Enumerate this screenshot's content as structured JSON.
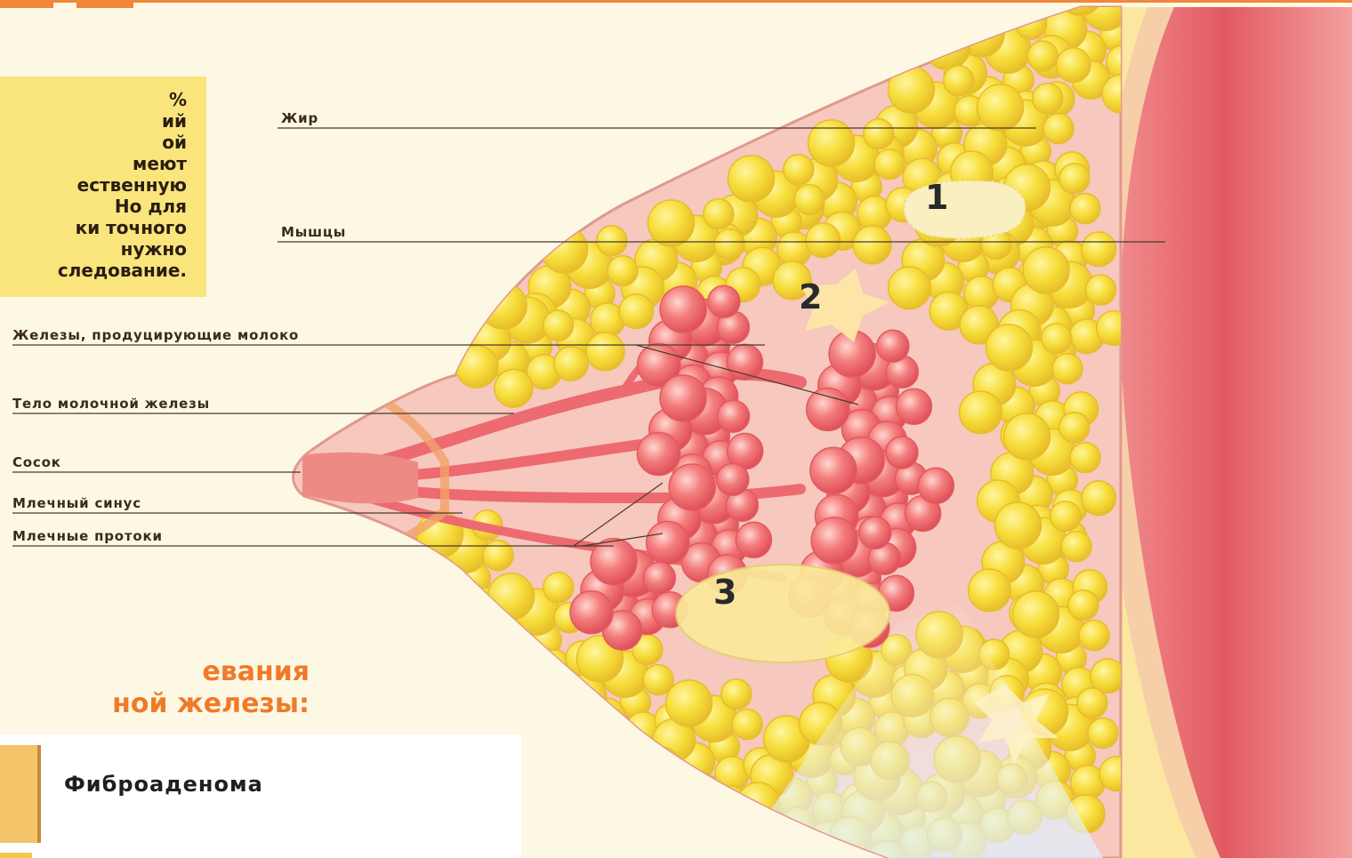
{
  "info": {
    "text": "%\nий\nой\nмеют\nественную\nНо для\nки точного\nнужно\nследование."
  },
  "labels": {
    "fat": "Жир",
    "muscles": "Мышцы",
    "glands": "Железы, продуцирующие молоко",
    "body": "Тело молочной железы",
    "nipple": "Сосок",
    "sinus": "Млечный синус",
    "ducts": "Млечные протоки"
  },
  "markers": [
    "1",
    "2",
    "3"
  ],
  "diseases": {
    "title": "евания\nной железы:",
    "item1": "Фиброаденома"
  },
  "colors": {
    "accent": "#f07a28",
    "fat": "#f7dc3a",
    "gland": "#f06f72",
    "tissue": "#f6c9c0",
    "muscle": "#e85a60",
    "info_box": "#f9e57c"
  }
}
